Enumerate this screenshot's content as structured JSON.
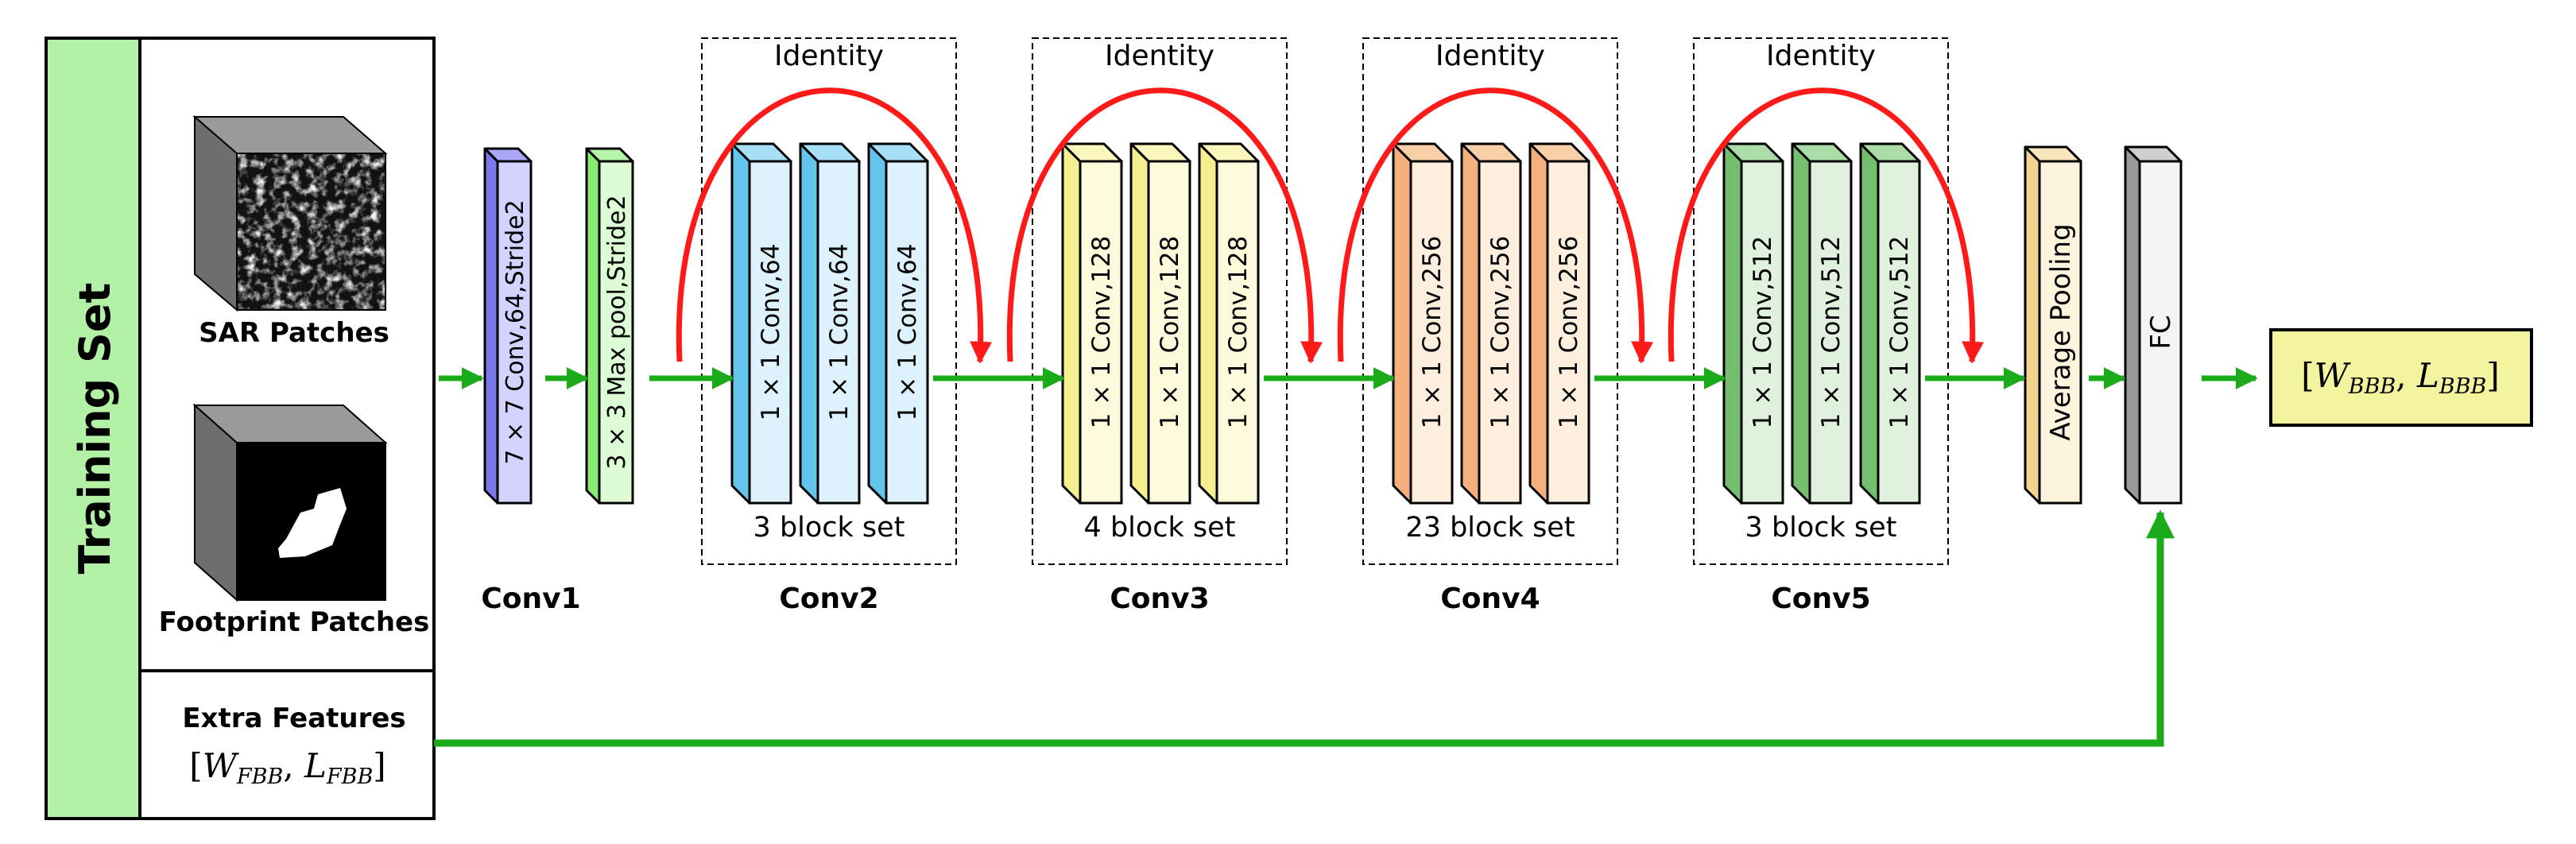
{
  "training_set": {
    "title": "Training Set",
    "sar_label": "SAR Patches",
    "footprint_label": "Footprint Patches",
    "extra_title": "Extra Features",
    "extra_math": {
      "w": "W",
      "w_sub": "FBB",
      "l": "L",
      "l_sub": "FBB"
    }
  },
  "conv1": {
    "label": "Conv1",
    "conv_text": "7 × 7 Conv,64,Stride2",
    "pool_text": "3 × 3 Max pool,Stride2"
  },
  "stages": [
    {
      "label": "Conv2",
      "identity": "Identity",
      "blocks": [
        "1 × 1 Conv,64",
        "1 × 1 Conv,64",
        "1 × 1 Conv,64"
      ],
      "block_set": "3 block set"
    },
    {
      "label": "Conv3",
      "identity": "Identity",
      "blocks": [
        "1 × 1 Conv,128",
        "1 × 1 Conv,128",
        "1 × 1 Conv,128"
      ],
      "block_set": "4 block set"
    },
    {
      "label": "Conv4",
      "identity": "Identity",
      "blocks": [
        "1 × 1 Conv,256",
        "1 × 1 Conv,256",
        "1 × 1 Conv,256"
      ],
      "block_set": "23 block set"
    },
    {
      "label": "Conv5",
      "identity": "Identity",
      "blocks": [
        "1 × 1 Conv,512",
        "1 × 1 Conv,512",
        "1 × 1 Conv,512"
      ],
      "block_set": "3 block set"
    }
  ],
  "pooling_text": "Average Pooling",
  "fc_text": "FC",
  "output_math": {
    "w": "W",
    "w_sub": "BBB",
    "l": "L",
    "l_sub": "BBB"
  },
  "colors": {
    "training_bar": "#b3f2a6",
    "arrow_green": "#1aaa1a",
    "identity_red": "#ff1a1a",
    "conv1_front": "#d4d2ff",
    "conv1_side": "#7b79ea",
    "conv1_top": "#a9a6f6",
    "pool_front": "#ddfbd5",
    "pool_side": "#85eb72",
    "pool_top": "#b4f5a8",
    "output_fill": "#f3f3a0",
    "stage_front": [
      "#ddf2fc",
      "#fefbdc",
      "#fdeedd",
      "#e0f1de"
    ],
    "stage_side": [
      "#63c5ec",
      "#f6ee90",
      "#f5b07d",
      "#74bf6e"
    ],
    "stage_top": [
      "#a7e0f6",
      "#fbf6bd",
      "#f9cfa8",
      "#abdba6"
    ],
    "avg_front": "#fdf4de",
    "avg_side": "#f4d38f",
    "avg_top": "#fae6bd",
    "fc_front": "#f3f3f3",
    "fc_side": "#9a9a9a",
    "fc_top": "#cfcfcf"
  }
}
